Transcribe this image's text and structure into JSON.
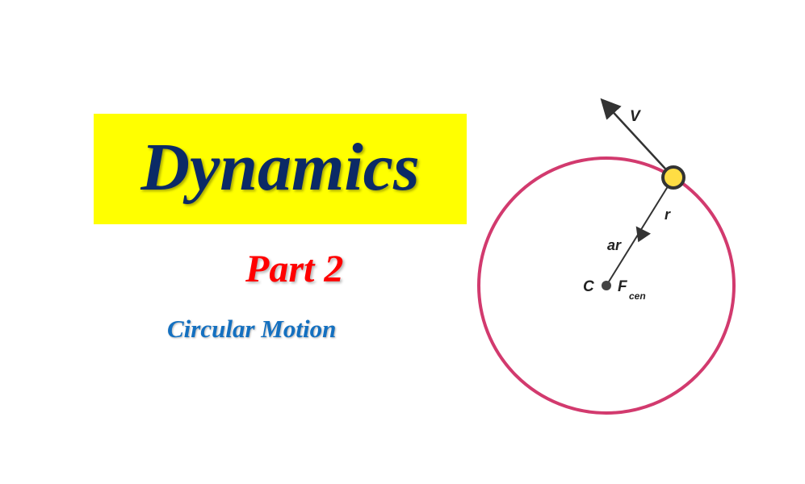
{
  "slide": {
    "title": "Dynamics",
    "part": "Part 2",
    "subtitle": "Circular Motion"
  },
  "diagram": {
    "velocity_label": "V",
    "radius_label": "r",
    "accel_label": "ar",
    "center_label": "C",
    "force_label": "F",
    "force_subscript": "cen",
    "colors": {
      "circle": "#d23a6e",
      "ball": "#ffdd44",
      "lines": "#333333"
    }
  }
}
